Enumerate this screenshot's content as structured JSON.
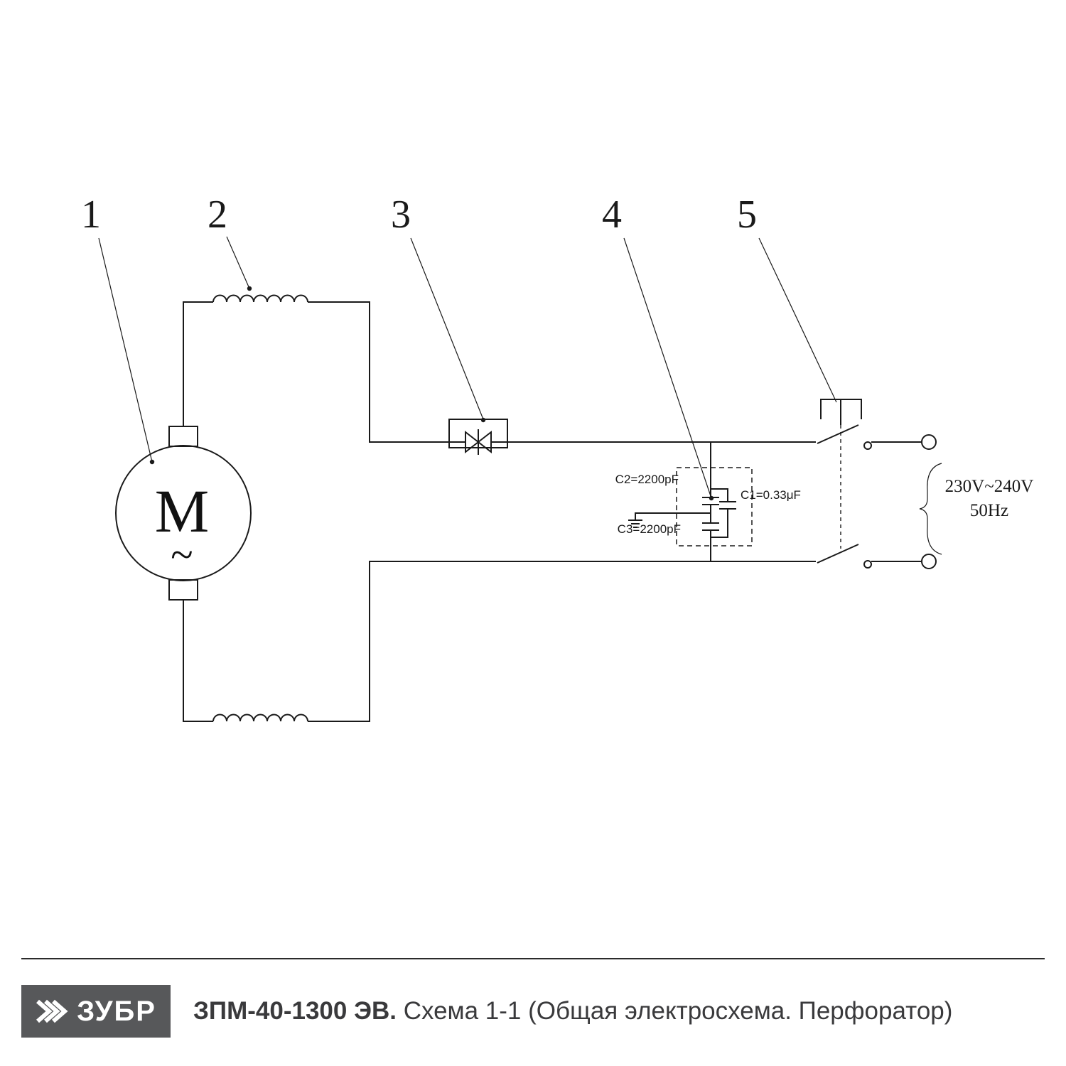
{
  "colors": {
    "line": "#1a1a1a",
    "logo_bg": "#57585a",
    "footer_text": "#3a3a3c"
  },
  "callouts": [
    {
      "label": "1"
    },
    {
      "label": "2"
    },
    {
      "label": "3"
    },
    {
      "label": "4"
    },
    {
      "label": "5"
    }
  ],
  "motor": {
    "letter": "M",
    "tilde": "~"
  },
  "filter": {
    "c1": "C1=0.33μF",
    "c2": "C2=2200pF",
    "c3": "C3=2200pF"
  },
  "power": {
    "voltage": "230V~240V",
    "frequency": "50Hz"
  },
  "footer": {
    "logo": "ЗУБР",
    "model": "ЗПМ-40-1300 ЭВ.",
    "subtitle": "Схема 1-1 (Общая электросхема. Перфоратор)"
  }
}
